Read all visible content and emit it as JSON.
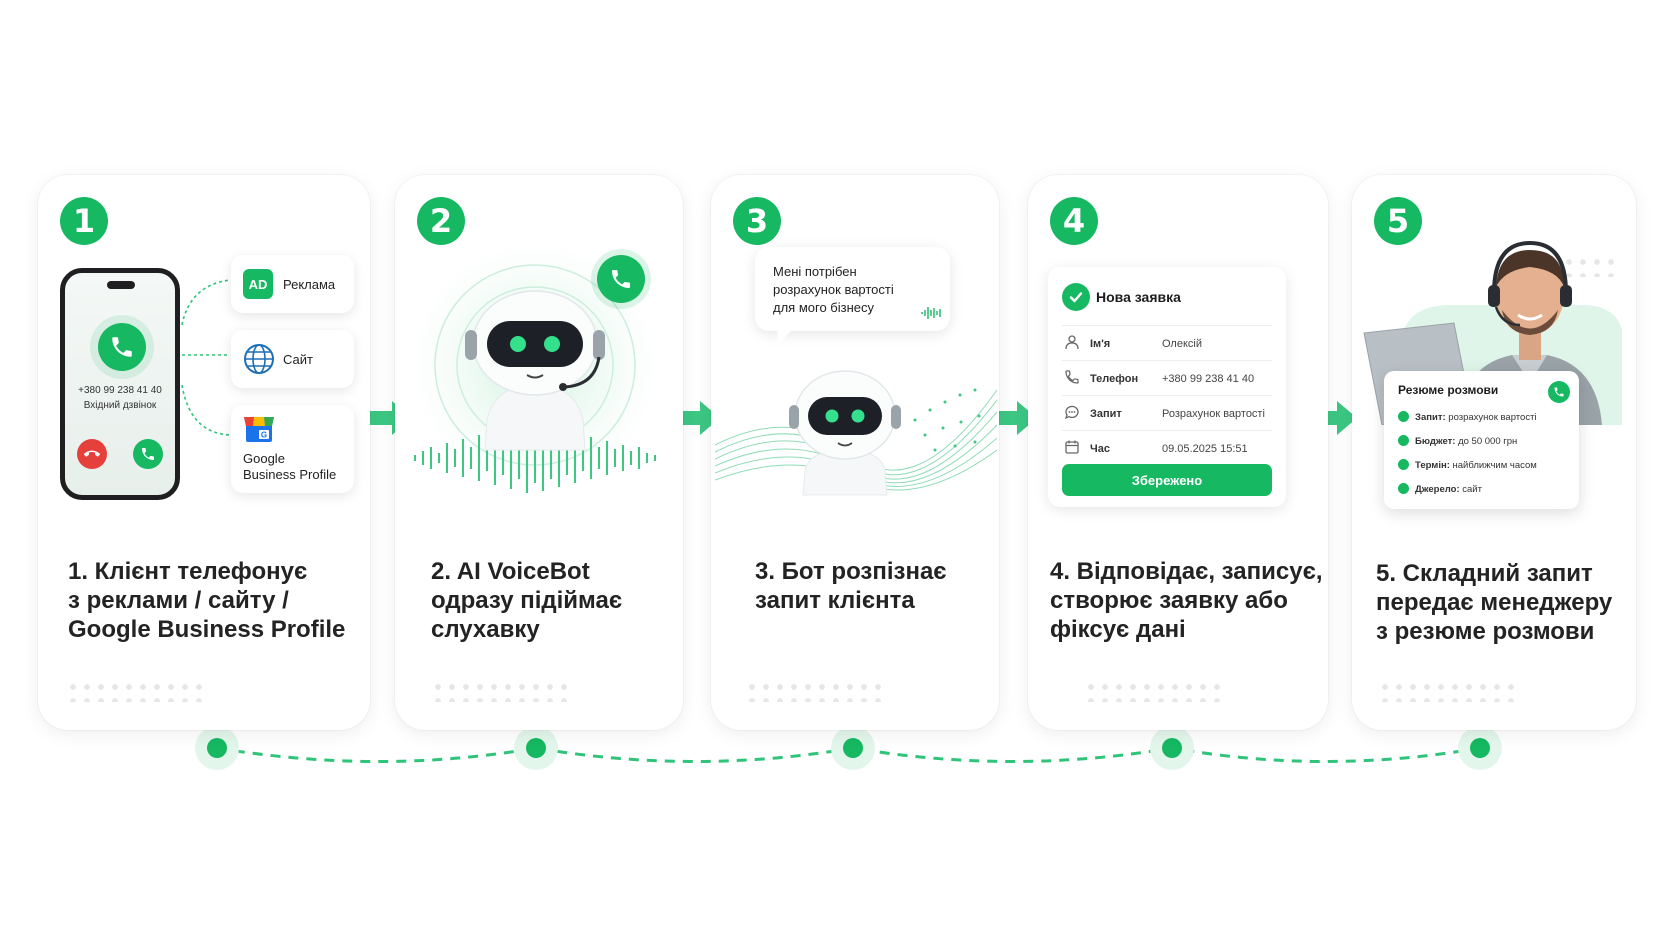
{
  "colors": {
    "accent": "#16b862",
    "decline": "#e5403b",
    "text": "#232323"
  },
  "steps": [
    {
      "number": "1",
      "caption": "1. Клієнт телефонує\nз реклами / сайту /\nGoogle Business Profile",
      "phone": {
        "number": "+380 99 238 41 40",
        "status": "Вхідний дзвінок"
      },
      "sources": [
        {
          "icon": "ad-icon",
          "badge": "AD",
          "label": "Реклама"
        },
        {
          "icon": "globe-icon",
          "label": "Сайт"
        },
        {
          "icon": "google-business-icon",
          "label": "Google\nBusiness Profile"
        }
      ]
    },
    {
      "number": "2",
      "caption": "2. AI VoiceBot\nодразу підіймає\nслухавку"
    },
    {
      "number": "3",
      "caption": "3. Бот розпізнає\nзапит клієнта",
      "bubble": "Мені потрібен\nрозрахунок вартості\nдля мого бізнесу"
    },
    {
      "number": "4",
      "caption": "4. Відповідає, записує,\nстворює заявку або\nфіксує дані",
      "form": {
        "title": "Нова заявка",
        "rows": [
          {
            "icon": "user-icon",
            "label": "Ім'я",
            "value": "Олексій"
          },
          {
            "icon": "phone-icon",
            "label": "Телефон",
            "value": "+380 99 238 41 40"
          },
          {
            "icon": "chat-icon",
            "label": "Запит",
            "value": "Розрахунок вартості"
          },
          {
            "icon": "calendar-icon",
            "label": "Час",
            "value": "09.05.2025 15:51"
          }
        ],
        "button": "Збережено"
      }
    },
    {
      "number": "5",
      "caption": "5. Складний запит\nпередає менеджеру\nз резюме розмови",
      "summary": {
        "title": "Резюме розмови",
        "rows": [
          {
            "label": "Запит:",
            "value": "розрахунок вартості"
          },
          {
            "label": "Бюджет:",
            "value": "до 50 000 грн"
          },
          {
            "label": "Термін:",
            "value": "найближчим часом"
          },
          {
            "label": "Джерело:",
            "value": "сайт"
          }
        ]
      }
    }
  ]
}
